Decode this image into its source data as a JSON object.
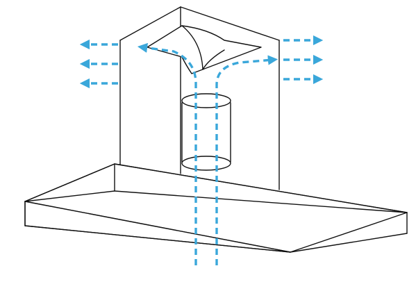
{
  "diagram": {
    "subject": "island-cooker-hood-recirculation-airflow",
    "colors": {
      "airflow": "#3aa7da",
      "outline": "#111111",
      "background": "#ffffff"
    },
    "airflow_outlets": {
      "left_count": 3,
      "right_count": 3
    },
    "icons": {
      "arrow": "arrowhead-icon"
    }
  }
}
